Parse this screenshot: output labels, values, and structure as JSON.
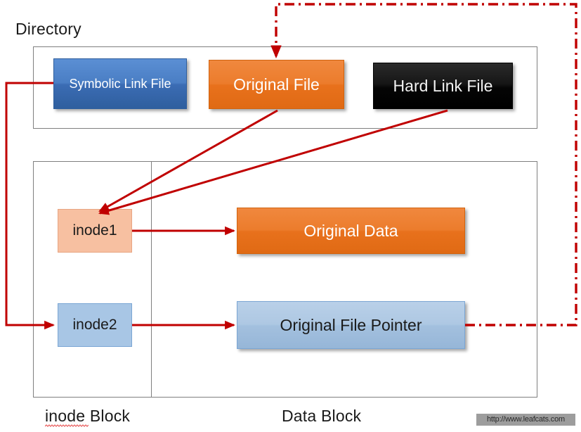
{
  "figure": {
    "title_labels": {
      "directory": "Directory",
      "inode_block": "inode Block",
      "data_block": "Data Block"
    }
  },
  "directory": {
    "files": [
      {
        "id": "symbolic-link-file",
        "label": "Symbolic Link File",
        "color": "#3b6cb4",
        "text_color": "#ffffff"
      },
      {
        "id": "original-file",
        "label": "Original File",
        "color": "#e8711c",
        "text_color": "#ffffff"
      },
      {
        "id": "hard-link-file",
        "label": "Hard Link File",
        "color": "#000000",
        "text_color": "#f2f2f2"
      }
    ]
  },
  "inode_block": {
    "nodes": [
      {
        "id": "inode1",
        "label": "inode1",
        "color": "#f7c0a1",
        "text_color": "#1a1a1a"
      },
      {
        "id": "inode2",
        "label": "inode2",
        "color": "#a8c6e5",
        "text_color": "#1a1a1a"
      }
    ]
  },
  "data_block": {
    "nodes": [
      {
        "id": "original-data",
        "label": "Original Data",
        "color": "#e8711c",
        "text_color": "#ffffff"
      },
      {
        "id": "original-file-pointer",
        "label": "Original File Pointer",
        "color": "#a3c0de",
        "text_color": "#1a1a1a"
      }
    ]
  },
  "connectors": {
    "arrow_color": "#c00000",
    "items": [
      {
        "name": "original-file-to-inode1",
        "style": "solid",
        "from": "original-file",
        "to": "inode1"
      },
      {
        "name": "hard-link-file-to-inode1",
        "style": "solid",
        "from": "hard-link-file",
        "to": "inode1"
      },
      {
        "name": "symbolic-link-file-to-inode2",
        "style": "solid",
        "from": "symbolic-link-file",
        "to": "inode2"
      },
      {
        "name": "inode1-to-original-data",
        "style": "solid",
        "from": "inode1",
        "to": "original-data"
      },
      {
        "name": "inode2-to-original-file-pointer",
        "style": "solid",
        "from": "inode2",
        "to": "original-file-pointer"
      },
      {
        "name": "original-file-pointer-to-original-file",
        "style": "dash-dot",
        "from": "original-file-pointer",
        "to": "original-file"
      }
    ]
  },
  "watermark": {
    "text": "http://www.leafcats.com"
  }
}
